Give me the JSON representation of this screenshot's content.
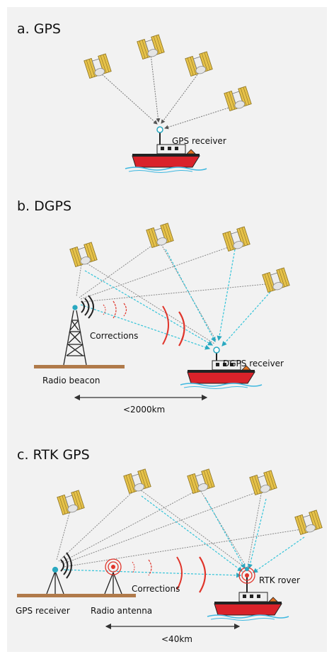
{
  "sections": {
    "gps": {
      "heading": "a. GPS",
      "receiver_label": "GPS receiver"
    },
    "dgps": {
      "heading": "b. DGPS",
      "corrections_label": "Corrections",
      "receiver_label": "DGPS receiver",
      "beacon_label": "Radio beacon",
      "distance_label": "<2000km"
    },
    "rtk": {
      "heading": "c. RTK GPS",
      "corrections_label": "Corrections",
      "rover_label": "RTK rover",
      "receiver_label": "GPS receiver",
      "antenna_label": "Radio antenna",
      "distance_label": "<40km"
    }
  },
  "colors": {
    "panel_background": "#f2f2f2",
    "satellite_panel": "#e6c24a",
    "satellite_body": "#e8e8e8",
    "hull": "#d9222a",
    "ground": "#b07a4a",
    "signal_line": "#777777",
    "correction_line": "#33c4d9",
    "radio_wave": "#e0352b",
    "water": "#3fb8e0"
  },
  "icons": [
    "satellite-icon",
    "boat-icon",
    "radio-tower-icon",
    "tripod-receiver-icon",
    "antenna-icon"
  ]
}
